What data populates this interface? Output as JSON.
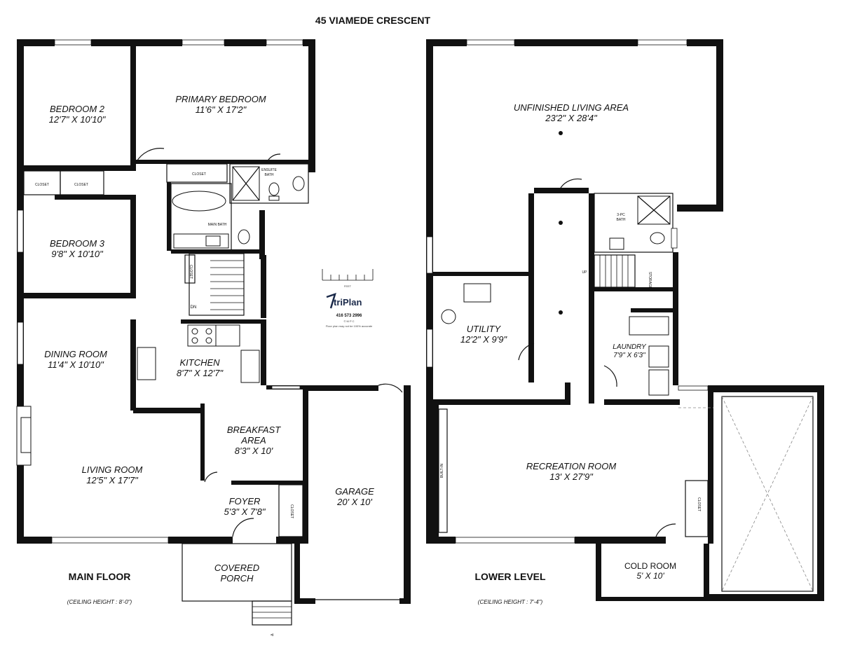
{
  "title": "45 VIAMEDE CRESCENT",
  "main_floor": {
    "label": "MAIN FLOOR",
    "ceiling": "(CEILING HEIGHT : 8'-0\")",
    "rooms": {
      "bedroom2": {
        "name": "BEDROOM 2",
        "dims": "12'7\" X 10'10\""
      },
      "primary": {
        "name": "PRIMARY BEDROOM",
        "dims": "11'6\" X 17'2\""
      },
      "closet_primary": "CLOSET",
      "ensuite_line1": "ENSUITE",
      "ensuite_line2": "BATH",
      "closet_a": "CLOSET",
      "closet_b": "CLOSET",
      "main_bath": "MAIN BATH",
      "bedroom3": {
        "name": "BEDROOM 3",
        "dims": "9'8\" X 10'10\""
      },
      "closet_stair": "CLOSET",
      "stair_dn": "DN",
      "dining": {
        "name": "DINING ROOM",
        "dims": "11'4\" X 10'10\""
      },
      "kitchen": {
        "name": "KITCHEN",
        "dims": "8'7\" X 12'7\""
      },
      "breakfast_line1": "BREAKFAST",
      "breakfast_line2": "AREA",
      "breakfast_dims": "8'3\" X 10'",
      "living": {
        "name": "LIVING ROOM",
        "dims": "12'5\" X 17'7\""
      },
      "foyer": {
        "name": "FOYER",
        "dims": "5'3\" X 7'8\""
      },
      "closet_foyer": "CLOSET",
      "garage": {
        "name": "GARAGE",
        "dims": "20' X 10'"
      },
      "porch_line1": "COVERED",
      "porch_line2": "PORCH",
      "entry_mark": "⊲"
    }
  },
  "lower_level": {
    "label": "LOWER LEVEL",
    "ceiling": "(CEILING HEIGHT : 7'-4\")",
    "rooms": {
      "unfinished": {
        "name": "UNFINISHED LIVING AREA",
        "dims": "23'2\" X 28'4\""
      },
      "bath3_line1": "3-PC",
      "bath3_line2": "BATH",
      "stair_up": "UP",
      "storage": "STORAGE",
      "utility": {
        "name": "UTILITY",
        "dims": "12'2\" X 9'9\""
      },
      "laundry": {
        "name": "LAUNDRY",
        "dims": "7'9\" X 6'3\""
      },
      "recreation": {
        "name": "RECREATION ROOM",
        "dims": "13' X 27'9\""
      },
      "built_in": "BUILT-IN",
      "closet_rec": "CLOSET",
      "cold_room": {
        "name": "COLD ROOM",
        "dims": "5' X 10'"
      }
    }
  },
  "logo": {
    "scale_label": "FEET",
    "brand": "triPlan",
    "phone": "416 573 2996",
    "tag": "© M P C",
    "disclaimer": "Floor plan may not be 100% accurate"
  }
}
